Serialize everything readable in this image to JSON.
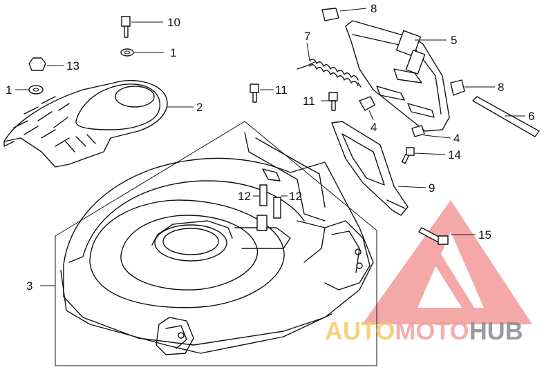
{
  "callouts": [
    {
      "id": "c10",
      "text": "10"
    },
    {
      "id": "c1a",
      "text": "1"
    },
    {
      "id": "c13",
      "text": "13"
    },
    {
      "id": "c1b",
      "text": "1"
    },
    {
      "id": "c2",
      "text": "2"
    },
    {
      "id": "c8a",
      "text": "8"
    },
    {
      "id": "c7",
      "text": "7"
    },
    {
      "id": "c5",
      "text": "5"
    },
    {
      "id": "c11a",
      "text": "11"
    },
    {
      "id": "c11b",
      "text": "11"
    },
    {
      "id": "c8b",
      "text": "8"
    },
    {
      "id": "c4a",
      "text": "4"
    },
    {
      "id": "c6",
      "text": "6"
    },
    {
      "id": "c4b",
      "text": "4"
    },
    {
      "id": "c14",
      "text": "14"
    },
    {
      "id": "c9",
      "text": "9"
    },
    {
      "id": "c12a",
      "text": "12"
    },
    {
      "id": "c12b",
      "text": "12"
    },
    {
      "id": "c3",
      "text": "3"
    },
    {
      "id": "c15",
      "text": "15"
    }
  ],
  "watermark": {
    "part1": "AUTO",
    "part2": "MOTO",
    "part3": "HUB",
    "color1": "#f4c96a",
    "color2": "#f2a0a0",
    "color3": "#8a8a8a",
    "triangle_color": "#f28c8c"
  }
}
